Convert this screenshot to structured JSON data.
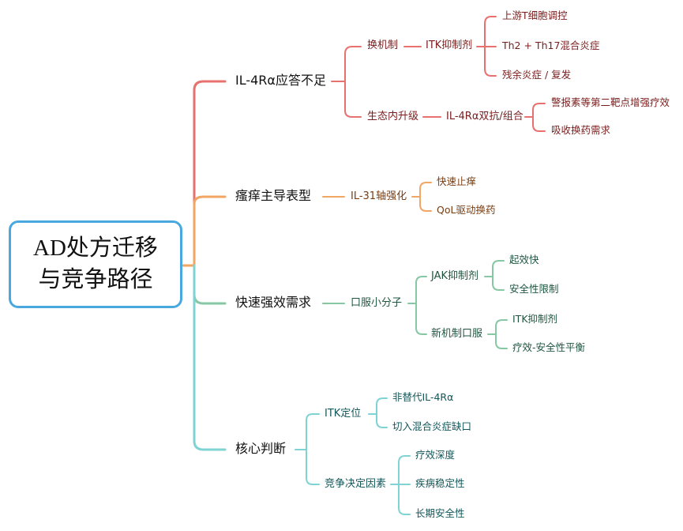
{
  "root": {
    "line1": "AD处方迁移",
    "line2": "与竞争路径"
  },
  "colors": {
    "red_text": "#7a1d1d",
    "red_line": "#e8706f",
    "orange_text": "#7a3d10",
    "orange_line": "#f2a663",
    "green_text": "#1f5540",
    "green_line": "#86c7a4",
    "teal_text": "#14575a",
    "teal_line": "#7fd3d3",
    "root_border": "#4aa8e0"
  },
  "branches": [
    {
      "label": "IL-4Rα应答不足",
      "children": [
        {
          "label": "换机制",
          "via": "ITK抑制剂",
          "leaves": [
            "上游T细胞调控",
            "Th2 + Th17混合炎症",
            "残余炎症 / 复发"
          ]
        },
        {
          "label": "生态内升级",
          "via": "IL-4Rα双抗/组合",
          "leaves": [
            "警报素等第二靶点增强疗效",
            "吸收换药需求"
          ]
        }
      ]
    },
    {
      "label": "瘙痒主导表型",
      "children": [
        {
          "label": "IL-31轴强化",
          "leaves": [
            "快速止痒",
            "QoL驱动换药"
          ]
        }
      ]
    },
    {
      "label": "快速强效需求",
      "children": [
        {
          "label": "口服小分子",
          "sub": [
            {
              "label": "JAK抑制剂",
              "leaves": [
                "起效快",
                "安全性限制"
              ]
            },
            {
              "label": "新机制口服",
              "leaves": [
                "ITK抑制剂",
                "疗效-安全性平衡"
              ]
            }
          ]
        }
      ]
    },
    {
      "label": "核心判断",
      "children": [
        {
          "label": "ITK定位",
          "leaves": [
            "非替代IL-4Rα",
            "切入混合炎症缺口"
          ]
        },
        {
          "label": "竞争决定因素",
          "leaves": [
            "疗效深度",
            "疾病稳定性",
            "长期安全性"
          ]
        }
      ]
    }
  ]
}
